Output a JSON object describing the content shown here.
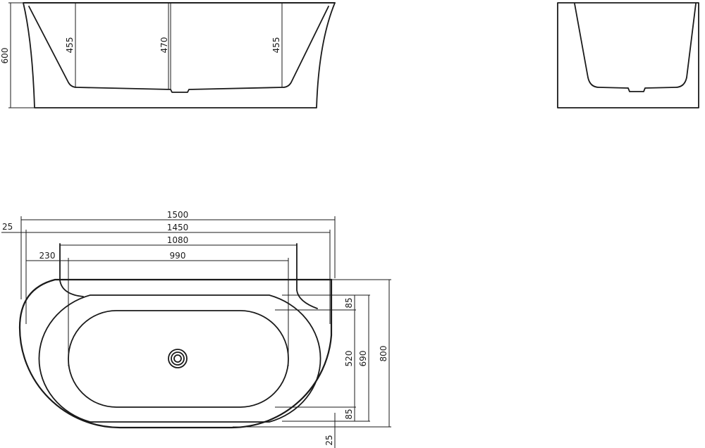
{
  "front_view": {
    "height": "600",
    "depth_left": "455",
    "depth_center": "470",
    "depth_right": "455"
  },
  "plan_view": {
    "overall_length": "1500",
    "rim_length": "1450",
    "back_offset": "25",
    "deck_length": "1080",
    "basin_length": "990",
    "basin_offset": "230",
    "rim_band_top": "85",
    "basin_width": "520",
    "rim_width": "690",
    "overall_width": "800",
    "rim_band_bottom": "85",
    "bottom_offset": "25"
  }
}
